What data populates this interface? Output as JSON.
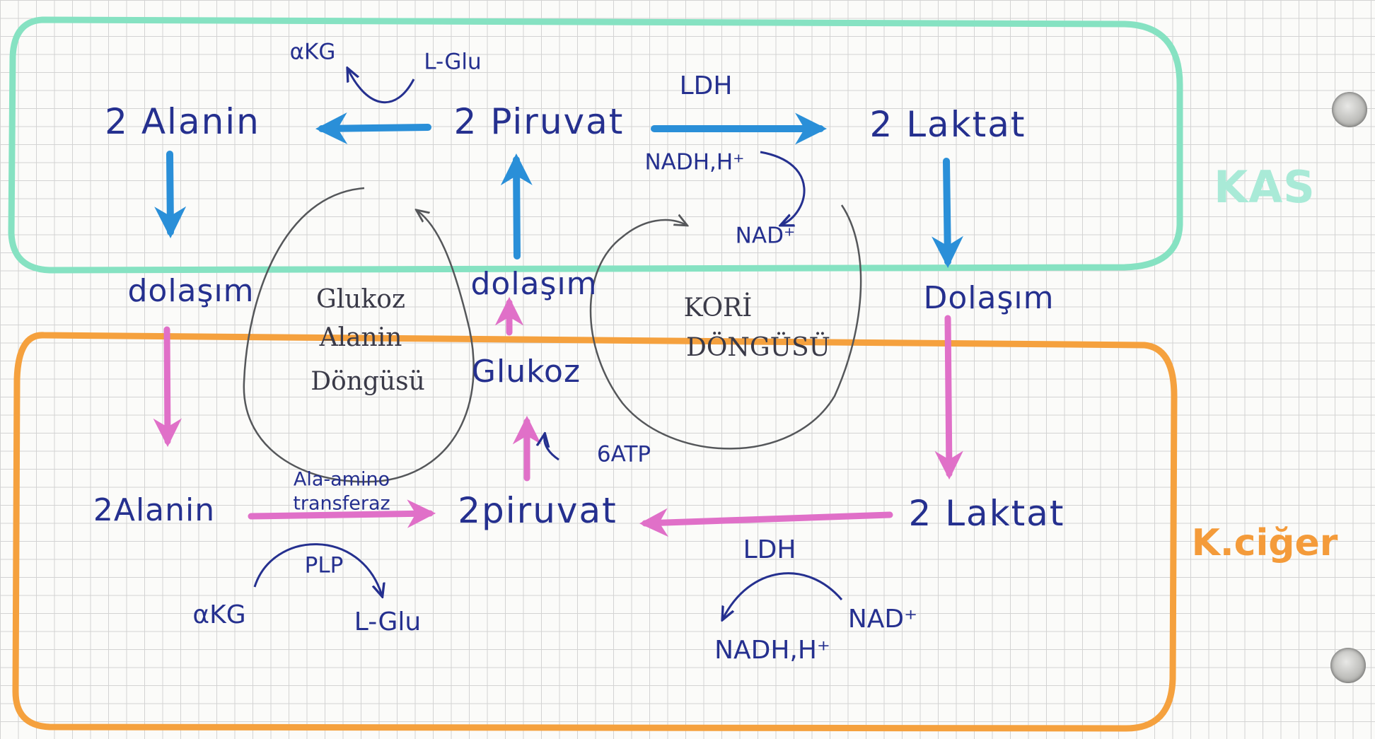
{
  "regions": {
    "muscle": {
      "label": "KAS",
      "color": "#7ee0bd"
    },
    "liver": {
      "label": "K.ciğer",
      "color": "#f5a13e"
    }
  },
  "colors": {
    "blue_arrow": "#2a8fd8",
    "pink_arrow": "#e070c8",
    "ink": "#25308f",
    "cycle_ink": "#55575a"
  },
  "muscle": {
    "alanin": "2 Alanin",
    "piruvat": "2 Piruvat",
    "laktat": "2 Laktat",
    "enzyme_ldh": "LDH",
    "akg": "αKG",
    "glu": "L-Glu",
    "nadh": "NADH,H⁺",
    "nad": "NAD⁺"
  },
  "blood": {
    "left": "dolaşım",
    "middle": "dolaşım",
    "right": "Dolaşım"
  },
  "cycles": {
    "glucose_alanine": [
      "Glukoz",
      "Alanin",
      "Döngüsü"
    ],
    "cori": [
      "KORİ",
      "DÖNGÜSÜ"
    ]
  },
  "liver": {
    "glukoz": "Glukoz",
    "atp": "6ATP",
    "alanin": "2Alanin",
    "transferase_lines": [
      "Ala-amino",
      "transferaz"
    ],
    "piruvat": "2piruvat",
    "laktat": "2 Laktat",
    "plp": "PLP",
    "akg": "αKG",
    "glu": "L-Glu",
    "enzyme_ldh": "LDH",
    "nad": "NAD⁺",
    "nadh": "NADH,H⁺"
  }
}
